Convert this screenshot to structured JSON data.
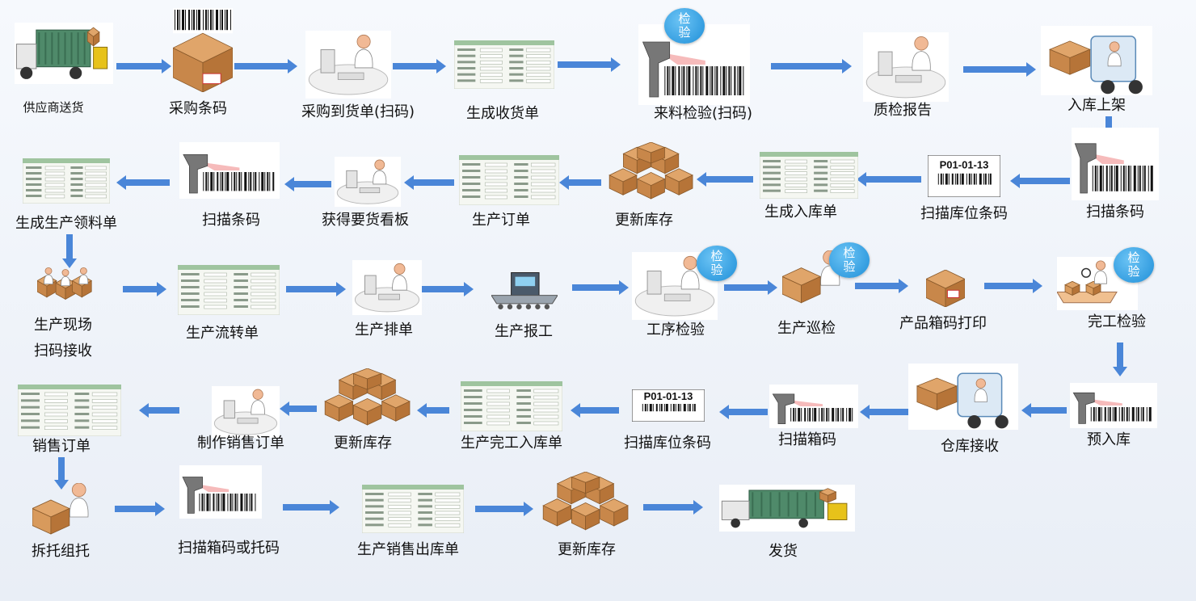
{
  "badge_text": "检验",
  "colors": {
    "arrow": "#4a86d8",
    "box": "#c8874a",
    "background": "#eef3fa"
  },
  "nodes": [
    {
      "id": "supplier",
      "label": "供应商送货",
      "icon": "truck-forklift-icon"
    },
    {
      "id": "purchase-barcode",
      "label": "采购条码",
      "icon": "shipping-box-barcode-icon"
    },
    {
      "id": "purchase-arrival",
      "label": "采购到货单(扫码)",
      "icon": "operator-desk-icon"
    },
    {
      "id": "receipt-doc",
      "label": "生成收货单",
      "icon": "form-document-icon"
    },
    {
      "id": "incoming-inspection",
      "label": "来料检验(扫码)",
      "icon": "scanner-barcode-icon",
      "badge": true
    },
    {
      "id": "qc-report",
      "label": "质检报告",
      "icon": "operator-desk-icon"
    },
    {
      "id": "putaway",
      "label": "入库上架",
      "icon": "forklift-icon"
    },
    {
      "id": "scan-barcode-1",
      "label": "扫描条码",
      "icon": "scanner-barcode-icon"
    },
    {
      "id": "scan-location-1",
      "label": "扫描库位条码",
      "icon": "location-label-icon",
      "location_code": "P01-01-13"
    },
    {
      "id": "warehouse-in-doc",
      "label": "生成入库单",
      "icon": "form-document-icon"
    },
    {
      "id": "update-stock-1",
      "label": "更新库存",
      "icon": "stacked-boxes-icon"
    },
    {
      "id": "production-order",
      "label": "生产订单",
      "icon": "form-document-icon"
    },
    {
      "id": "kanban",
      "label": "获得要货看板",
      "icon": "operator-desk-icon"
    },
    {
      "id": "scan-barcode-2",
      "label": "扫描条码",
      "icon": "scanner-barcode-icon"
    },
    {
      "id": "picking-doc",
      "label": "生成生产领料单",
      "icon": "form-document-icon"
    },
    {
      "id": "onsite-receive",
      "label": "生产现场",
      "label2": "扫码接收",
      "icon": "workers-boxes-icon"
    },
    {
      "id": "routing-doc",
      "label": "生产流转单",
      "icon": "form-document-icon"
    },
    {
      "id": "scheduling",
      "label": "生产排单",
      "icon": "operator-desk-icon"
    },
    {
      "id": "report-work",
      "label": "生产报工",
      "icon": "conveyor-machine-icon"
    },
    {
      "id": "process-inspection",
      "label": "工序检验",
      "icon": "operator-desk-icon",
      "badge": true
    },
    {
      "id": "patrol-inspection",
      "label": "生产巡检",
      "icon": "worker-box-icon",
      "badge": true
    },
    {
      "id": "box-label-print",
      "label": "产品箱码打印",
      "icon": "shipping-box-icon"
    },
    {
      "id": "final-inspection",
      "label": "完工检验",
      "icon": "inspector-conveyor-icon",
      "badge": true
    },
    {
      "id": "pre-stock",
      "label": "预入库",
      "icon": "scanner-barcode-icon"
    },
    {
      "id": "warehouse-receive",
      "label": "仓库接收",
      "icon": "forklift-icon"
    },
    {
      "id": "scan-box-code",
      "label": "扫描箱码",
      "icon": "scanner-barcode-icon"
    },
    {
      "id": "scan-location-2",
      "label": "扫描库位条码",
      "icon": "location-label-icon",
      "location_code": "P01-01-13"
    },
    {
      "id": "finished-in-doc",
      "label": "生产完工入库单",
      "icon": "form-document-icon"
    },
    {
      "id": "update-stock-2",
      "label": "更新库存",
      "icon": "stacked-boxes-icon"
    },
    {
      "id": "sales-order-make",
      "label": "制作销售订单",
      "icon": "operator-desk-icon"
    },
    {
      "id": "sales-order",
      "label": "销售订单",
      "icon": "form-document-icon"
    },
    {
      "id": "unpack",
      "label": "拆托组托",
      "icon": "worker-box-icon"
    },
    {
      "id": "scan-box-pallet",
      "label": "扫描箱码或托码",
      "icon": "scanner-barcode-icon"
    },
    {
      "id": "sales-out-doc",
      "label": "生产销售出库单",
      "icon": "form-document-icon"
    },
    {
      "id": "update-stock-3",
      "label": "更新库存",
      "icon": "stacked-boxes-icon"
    },
    {
      "id": "ship",
      "label": "发货",
      "icon": "truck-forklift-icon"
    }
  ]
}
